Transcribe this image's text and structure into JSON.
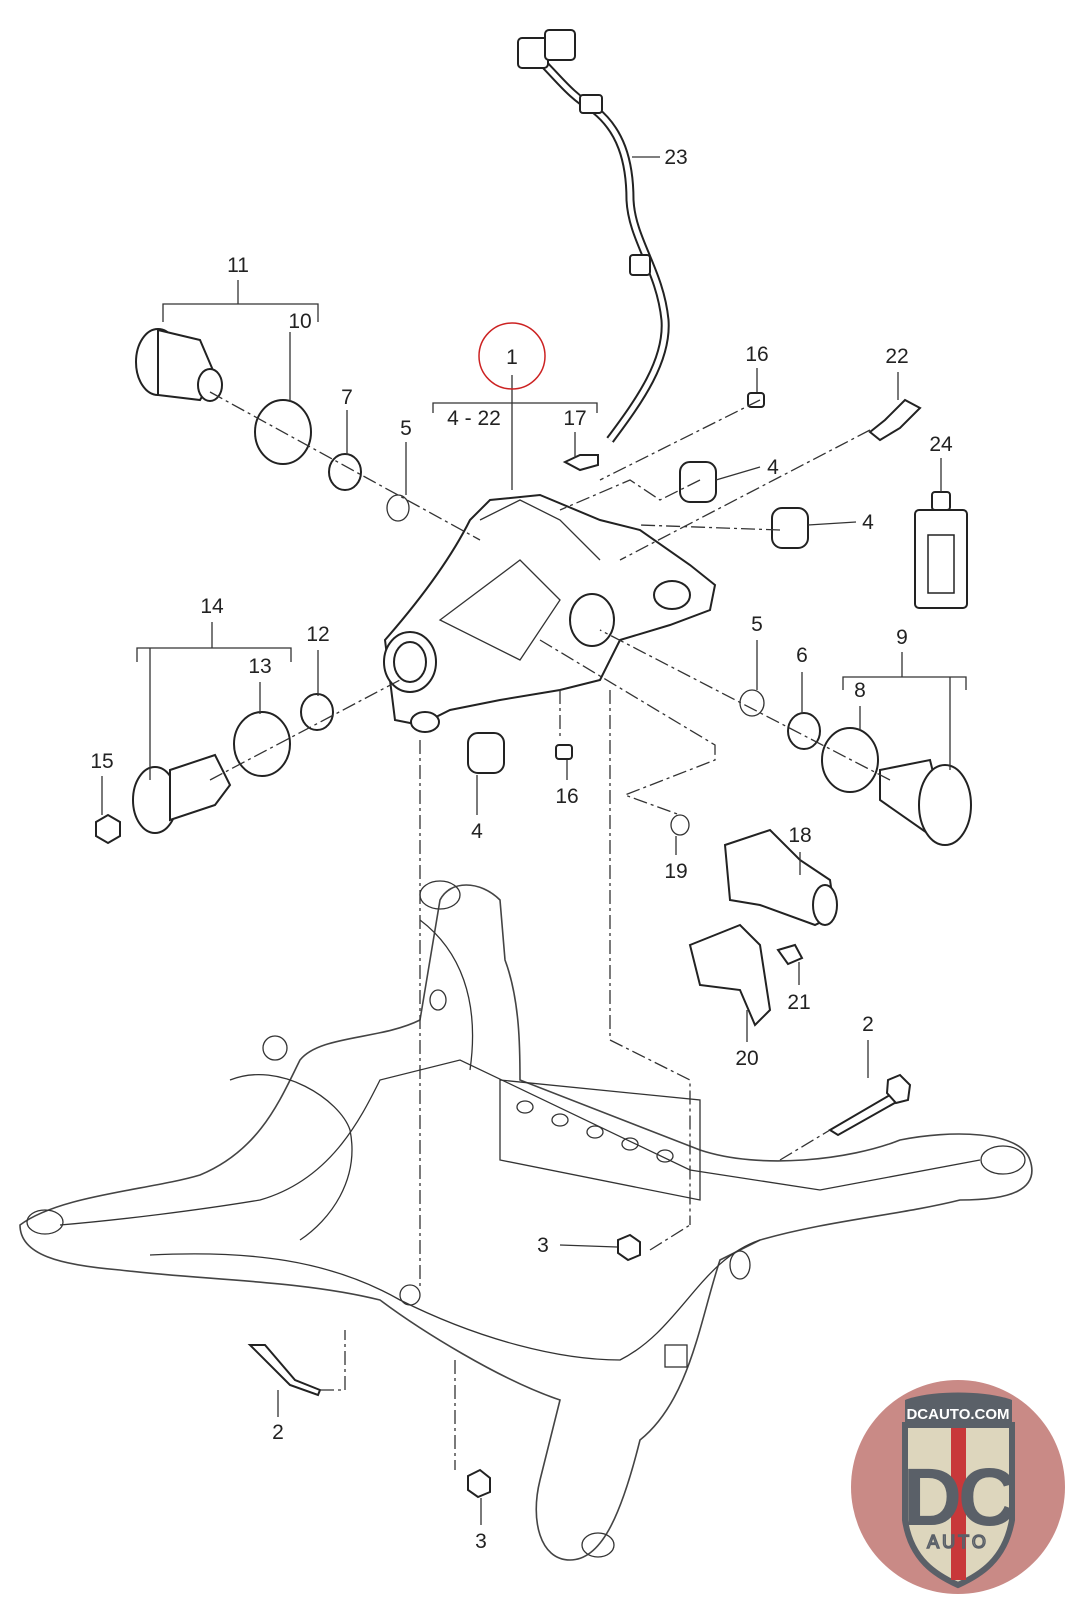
{
  "diagram": {
    "callouts": [
      "23",
      "11",
      "10",
      "1",
      "16",
      "22",
      "7",
      "5",
      "4 - 22",
      "17",
      "4",
      "24",
      "4",
      "14",
      "12",
      "5",
      "9",
      "13",
      "6",
      "8",
      "15",
      "4",
      "16",
      "18",
      "19",
      "21",
      "2",
      "20",
      "3",
      "2",
      "3"
    ],
    "highlight_color": "#cc2222"
  },
  "logo": {
    "top_text": "DCAUTO.COM",
    "main_text": "DC",
    "sub_text": "AUTO",
    "colors": {
      "badge": "#5a6068",
      "stripe": "#c8383a",
      "shield": "#ddd6bd",
      "background": "#c98a86"
    }
  }
}
